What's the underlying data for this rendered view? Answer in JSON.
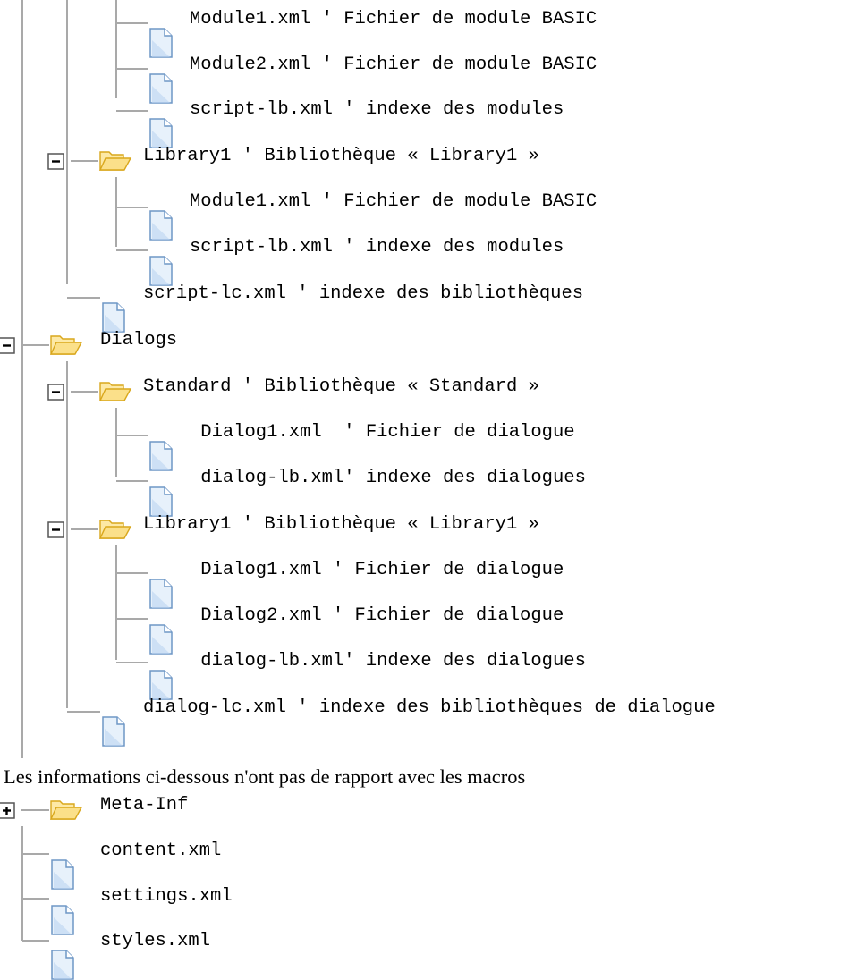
{
  "colors": {
    "line": "#a9a9a9",
    "toggle_border": "#555555",
    "folder_fill": "#fbe08a",
    "folder_stroke": "#d9a71c",
    "file_fill": "#e7f1fb",
    "file_stroke": "#6f97c6"
  },
  "icons": {
    "folder": "folder-open-icon",
    "file": "file-icon",
    "collapse": "minus-toggle-icon",
    "expand": "plus-toggle-icon"
  },
  "tree": {
    "items": [
      {
        "id": "basic-std-module1",
        "icon": "file",
        "label": "Module1.xml ' Fichier de module BASIC"
      },
      {
        "id": "basic-std-module2",
        "icon": "file",
        "label": "Module2.xml ' Fichier de module BASIC"
      },
      {
        "id": "basic-std-script-lb",
        "icon": "file",
        "label": "script-lb.xml ' indexe des modules"
      },
      {
        "id": "basic-library1",
        "icon": "folder",
        "toggle": "collapse",
        "label": "Library1 ' Bibliothèque « Library1 »"
      },
      {
        "id": "basic-lib1-module1",
        "icon": "file",
        "label": "Module1.xml ' Fichier de module BASIC"
      },
      {
        "id": "basic-lib1-script-lb",
        "icon": "file",
        "label": "script-lb.xml ' indexe des modules"
      },
      {
        "id": "basic-script-lc",
        "icon": "file",
        "label": "script-lc.xml ' indexe des bibliothèques"
      },
      {
        "id": "dialogs",
        "icon": "folder",
        "toggle": "collapse",
        "label": "Dialogs"
      },
      {
        "id": "dialogs-standard",
        "icon": "folder",
        "toggle": "collapse",
        "label": "Standard ' Bibliothèque « Standard »"
      },
      {
        "id": "dlg-std-dialog1",
        "icon": "file",
        "label": " Dialog1.xml  ' Fichier de dialogue"
      },
      {
        "id": "dlg-std-dialog-lb",
        "icon": "file",
        "label": " dialog-lb.xml' indexe des dialogues"
      },
      {
        "id": "dialogs-library1",
        "icon": "folder",
        "toggle": "collapse",
        "label": "Library1 ' Bibliothèque « Library1 »"
      },
      {
        "id": "dlg-lib1-dialog1",
        "icon": "file",
        "label": " Dialog1.xml ' Fichier de dialogue"
      },
      {
        "id": "dlg-lib1-dialog2",
        "icon": "file",
        "label": " Dialog2.xml ' Fichier de dialogue"
      },
      {
        "id": "dlg-lib1-dialog-lb",
        "icon": "file",
        "label": " dialog-lb.xml' indexe des dialogues"
      },
      {
        "id": "dialog-lc",
        "icon": "file",
        "label": "dialog-lc.xml ' indexe des bibliothèques de dialogue"
      }
    ]
  },
  "note": "Les informations ci-dessous n'ont pas de rapport avec les macros",
  "tree2": {
    "items": [
      {
        "id": "meta-inf",
        "icon": "folder",
        "toggle": "expand",
        "label": "Meta-Inf"
      },
      {
        "id": "content-xml",
        "icon": "file",
        "label": "content.xml"
      },
      {
        "id": "settings-xml",
        "icon": "file",
        "label": "settings.xml"
      },
      {
        "id": "styles-xml",
        "icon": "file",
        "label": "styles.xml"
      }
    ]
  }
}
